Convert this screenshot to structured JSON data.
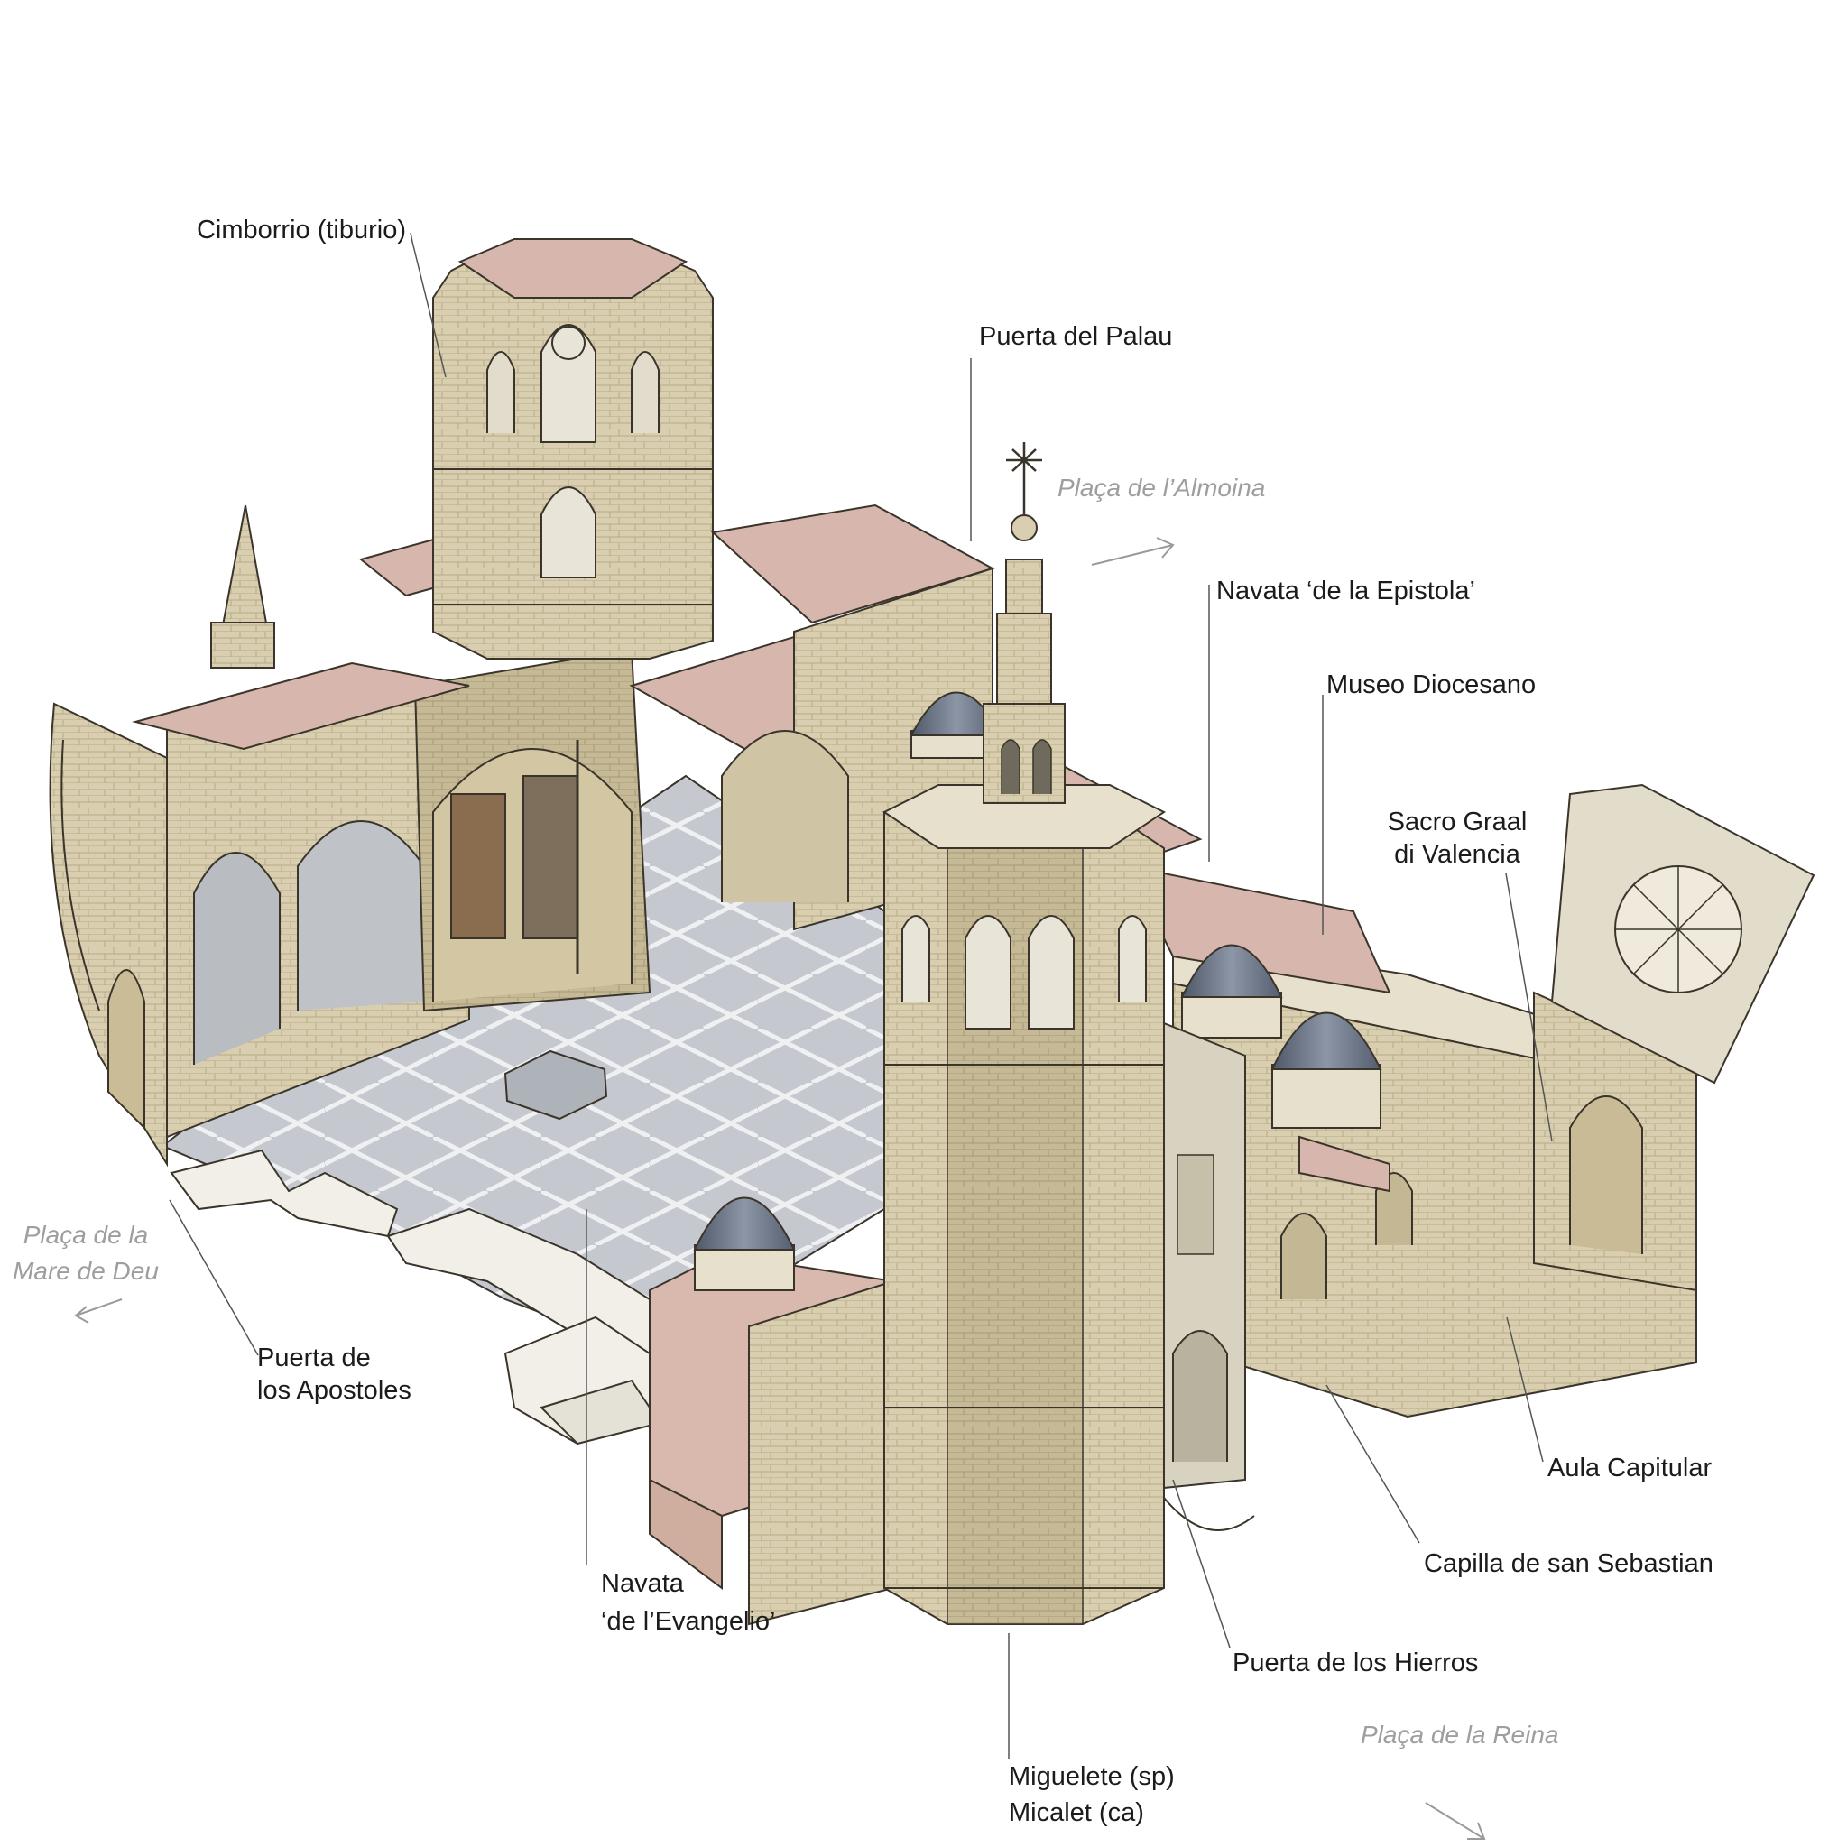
{
  "labels": {
    "cimborrio": "Cimborrio (tiburio)",
    "puerta_palau": "Puerta del Palau",
    "navata_epistola": "Navata ‘de la Epistola’",
    "museo_diocesano": "Museo Diocesano",
    "sacro_graal_1": "Sacro Graal",
    "sacro_graal_2": "di Valencia",
    "puerta_apostoles_1": "Puerta de",
    "puerta_apostoles_2": "los Apostoles",
    "navata_evangelio_1": "Navata",
    "navata_evangelio_2": "‘de l’Evangelio’",
    "aula_capitular": "Aula Capitular",
    "capilla_sebastian": "Capilla de san Sebastian",
    "puerta_hierros": "Puerta de los Hierros",
    "miguelete_1": "Miguelete (sp)",
    "miguelete_2": "Micalet (ca)"
  },
  "streets": {
    "almoina": "Plaça de l’Almoina",
    "mare_de_deu_1": "Plaça de la",
    "mare_de_deu_2": "Mare de Deu",
    "reina": "Plaça de la Reina"
  },
  "colors": {
    "stone": "#d9cfb0",
    "stone_dark": "#b9ad8a",
    "roof": "#d7b7ad",
    "floor": "#c9ccd1",
    "dome": "#6d7686",
    "outline": "#3a342a",
    "leader": "#555555",
    "street_text": "#9e9e9e"
  }
}
